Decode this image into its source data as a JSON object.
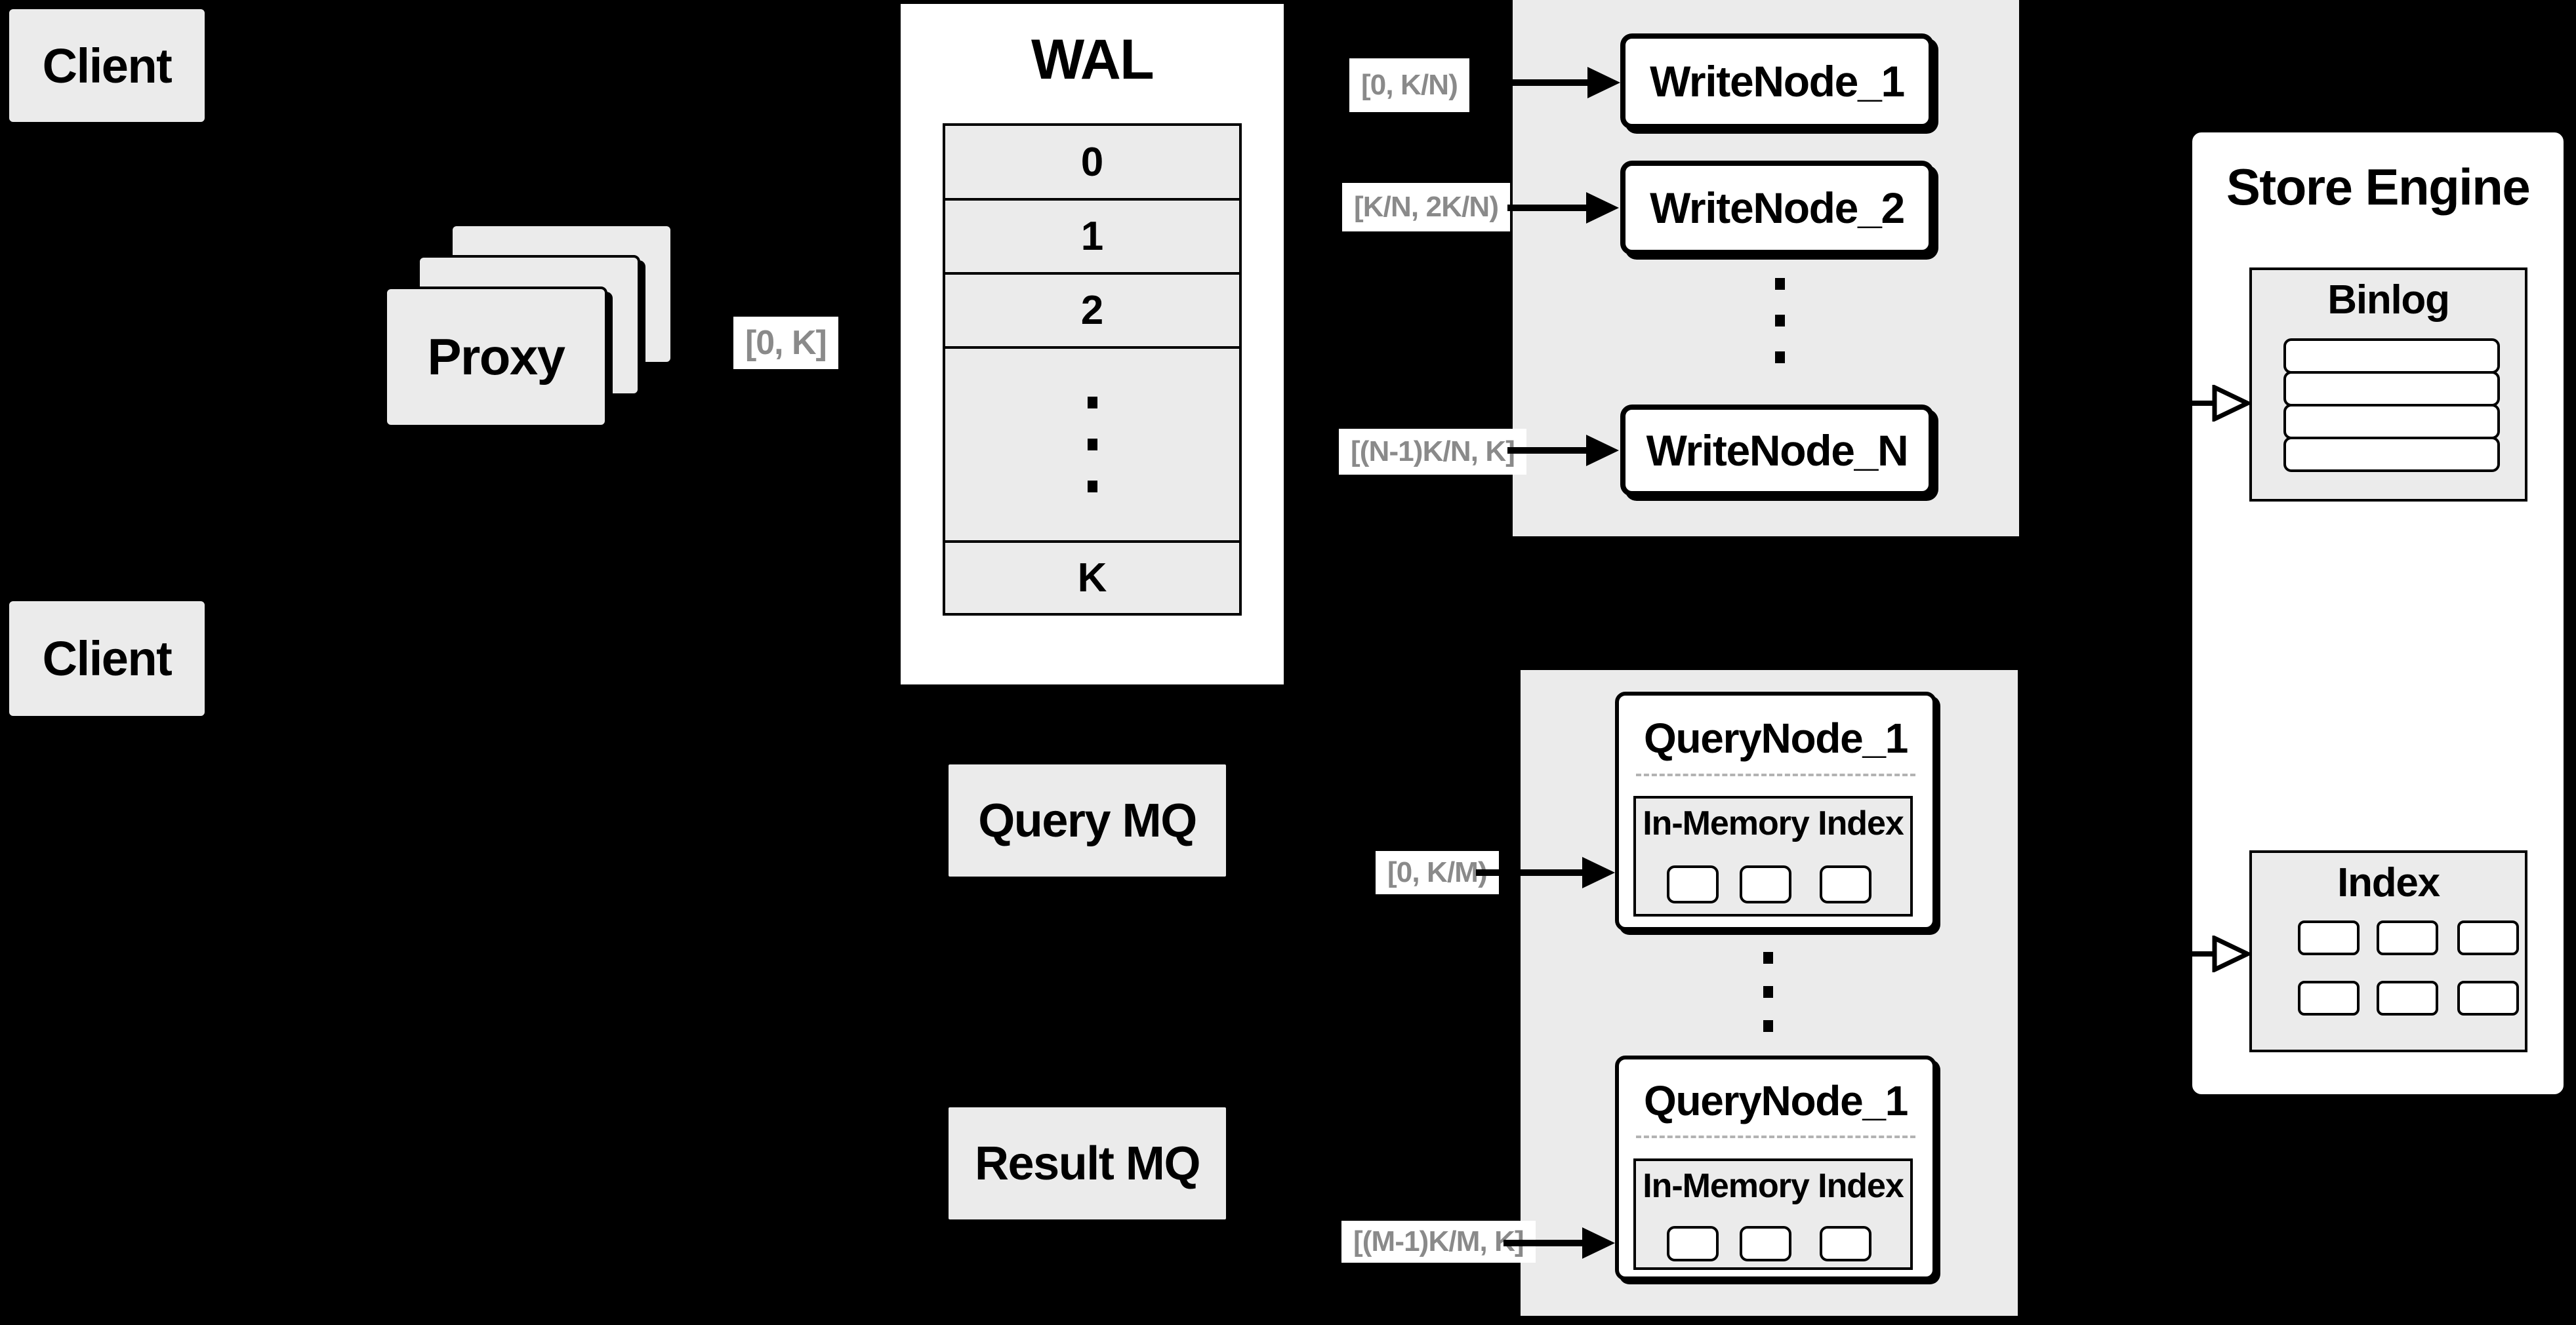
{
  "colors": {
    "background": "#000000",
    "panel_gray": "#ebebeb",
    "box_white": "#ffffff",
    "border": "#000000",
    "range_label_text": "#8a8a8a"
  },
  "clients": {
    "top_label": "Client",
    "bottom_label": "Client"
  },
  "proxy": {
    "label": "Proxy",
    "range_label": "[0, K]"
  },
  "wal": {
    "title": "WAL",
    "rows": [
      "0",
      "1",
      "2"
    ],
    "last_row": "K"
  },
  "write_section": {
    "labels": {
      "l1": "[0,  K/N)",
      "l2": "[K/N, 2K/N)",
      "l3": "[(N-1)K/N,  K]"
    },
    "nodes": {
      "n1": "WriteNode_1",
      "n2": "WriteNode_2",
      "n3": "WriteNode_N"
    }
  },
  "query_section": {
    "labels": {
      "l1": "[0, K/M)",
      "l2": "[(M-1)K/M, K]"
    },
    "node1": {
      "title": "QueryNode_1",
      "index_title": "In-Memory Index"
    },
    "node2": {
      "title": "QueryNode_1",
      "index_title": "In-Memory Index"
    }
  },
  "mq": {
    "query_label": "Query MQ",
    "result_label": "Result MQ"
  },
  "store_engine": {
    "title": "Store Engine",
    "binlog_title": "Binlog",
    "index_title": "Index"
  }
}
